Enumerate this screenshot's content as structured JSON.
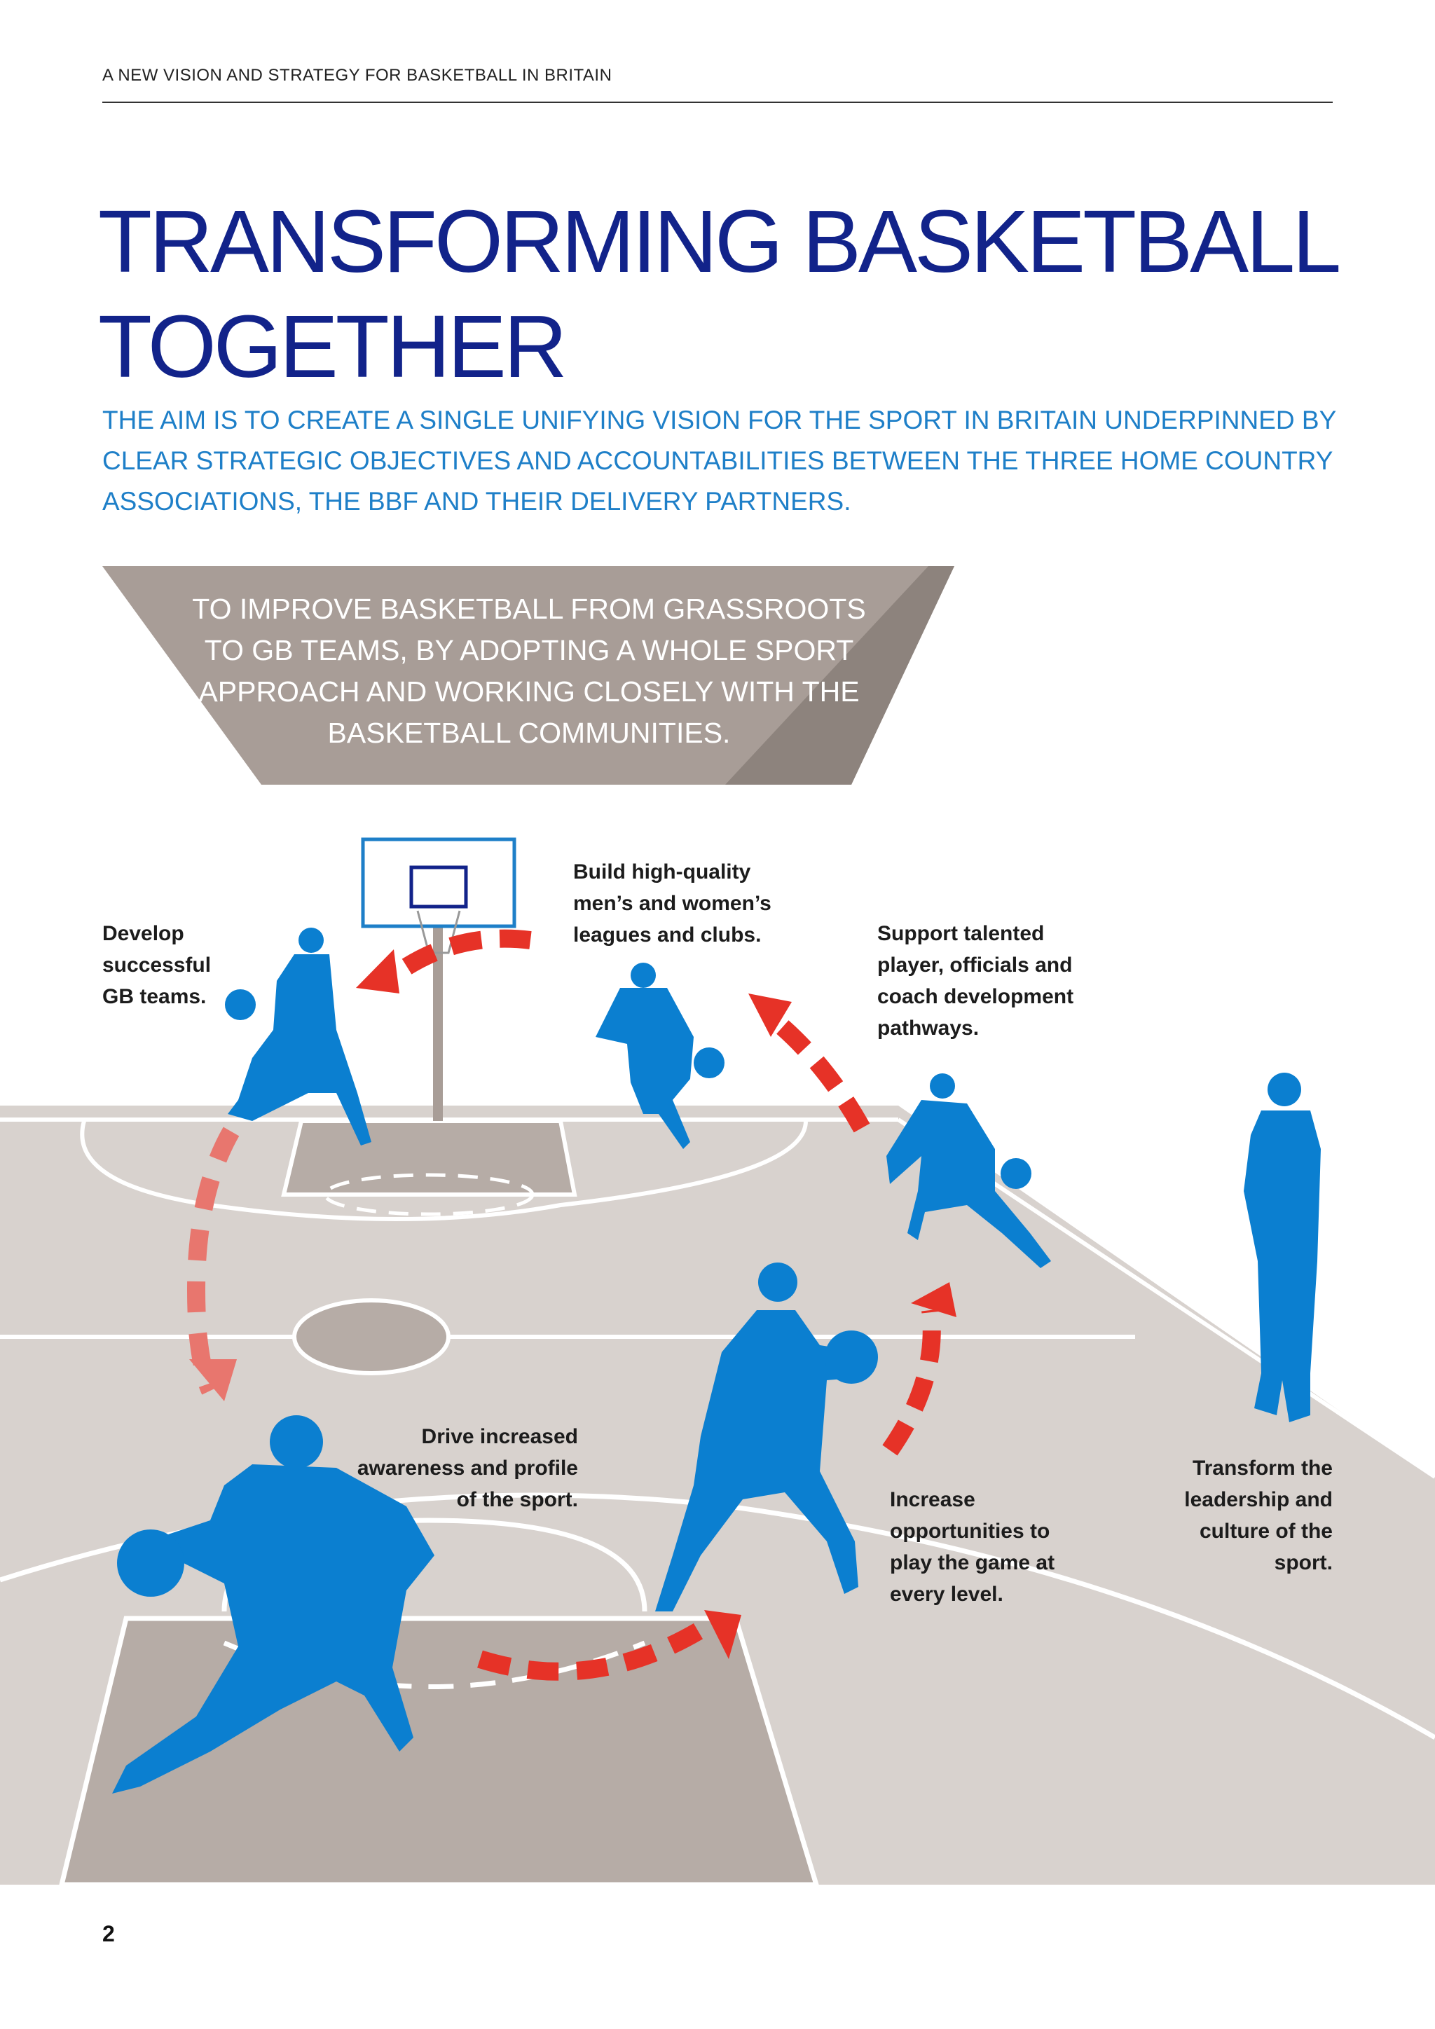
{
  "running_head": "A NEW VISION AND STRATEGY FOR BASKETBALL IN BRITAIN",
  "title": {
    "line1": "TRANSFORMING BASKETBALL",
    "line2": "TOGETHER"
  },
  "subtitle": "THE AIM IS TO CREATE A SINGLE UNIFYING VISION FOR THE SPORT IN BRITAIN UNDERPINNED BY CLEAR STRATEGIC OBJECTIVES AND ACCOUNTABILITIES BETWEEN THE THREE HOME COUNTRY ASSOCIATIONS, THE BBF AND THEIR DELIVERY PARTNERS.",
  "banner": "TO IMPROVE BASKETBALL FROM GRASSROOTS TO GB TEAMS, BY ADOPTING A WHOLE SPORT APPROACH AND WORKING CLOSELY WITH THE BASKETBALL COMMUNITIES.",
  "objectives": {
    "gb_teams": "Develop successful GB teams.",
    "leagues": "Build high-quality men’s and women’s leagues and clubs.",
    "pathways": "Support talented player, officials and coach development pathways.",
    "awareness": "Drive increased awareness and profile of the sport.",
    "opportunities": "Increase opportunities to play the game at every level.",
    "leadership": "Transform the leadership and culture of the sport."
  },
  "page_number": "2",
  "colors": {
    "title_blue": "#12238a",
    "subtitle_blue": "#1e7fc8",
    "player_blue": "#0b7fd0",
    "arrow_red": "#e63227",
    "banner_taupe": "#a89d97",
    "court_grey": "#d8d2ce",
    "key_grey": "#b6aca6"
  }
}
